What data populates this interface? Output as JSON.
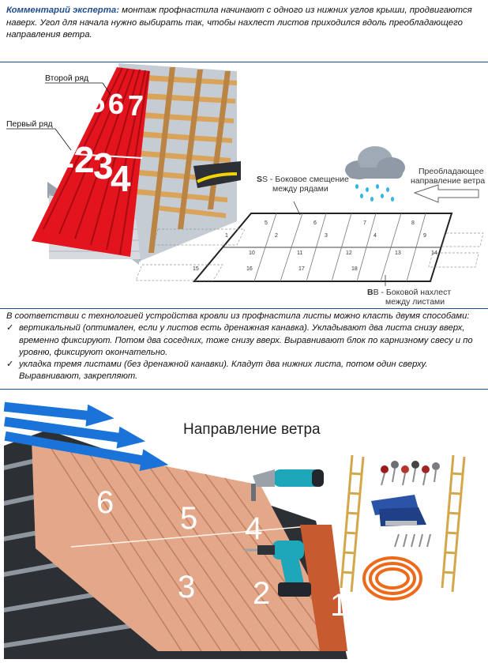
{
  "expert_note": {
    "label": "Комментарий эксперта:",
    "text": " монтаж профнастила начинают с одного из нижних углов крыши, продвигаются наверх. Угол для начала нужно выбирать так, чтобы нахлест листов приходился вдоль преобладающего направления ветра."
  },
  "diagram1": {
    "second_row": "Второй ряд",
    "first_row": "Первый ряд",
    "sheet_digits": [
      "5",
      "6",
      "7",
      "1",
      "2",
      "3",
      "4"
    ],
    "offset_label_1": "S - Боковое смещение",
    "offset_label_2": "между рядами",
    "wind_label_1": "Преобладающее",
    "wind_label_2": "направление ветра",
    "overlap_label_1": "B - Боковой нахлест",
    "overlap_label_2": "между листами",
    "plan_numbers": [
      "5",
      "6",
      "7",
      "8",
      "1",
      "2",
      "3",
      "4",
      "9",
      "10",
      "11",
      "12",
      "13",
      "14",
      "15",
      "16",
      "17",
      "18"
    ]
  },
  "methods": {
    "intro": "В соответствии с технологией устройства кровли из профнастила  листы можно класть двумя способами:",
    "items": [
      "вертикальный (оптимален, если у листов есть дренажная канавка). Укладывают два листа снизу вверх, временно фиксируют. Потом два соседних, тоже снизу вверх. Выравнивают блок по карнизному свесу и по уровню, фиксируют окончательно.",
      " укладка тремя листами (без дренажной канавки). Кладут два нижних листа, потом один сверху. Выравнивают, закрепляют."
    ]
  },
  "diagram2": {
    "wind_label": "Направление ветра",
    "sheet_digits": [
      "6",
      "5",
      "4",
      "3",
      "2",
      "1"
    ]
  },
  "colors": {
    "accent": "#1f4e8c",
    "roof_red": "#e3141e",
    "timber": "#d9a35a",
    "copper": "#d98c5f",
    "wind_arrow": "#1a73d9"
  }
}
